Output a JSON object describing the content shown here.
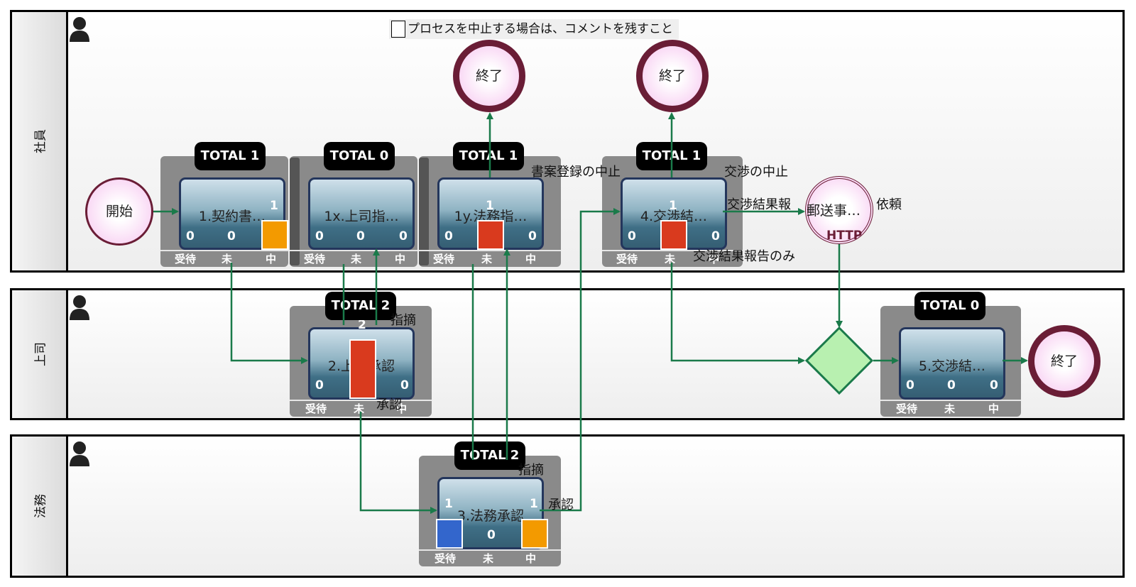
{
  "lanes": [
    {
      "name": "社員"
    },
    {
      "name": "上司"
    },
    {
      "name": "法務"
    }
  ],
  "note": "プロセスを中止する場合は、コメントを残すこと",
  "start_label": "開始",
  "end_label": "終了",
  "status_labels": {
    "waiting": "受待",
    "unstarted": "未",
    "inprogress": "中"
  },
  "tasks": {
    "t1": {
      "name": "1.契約書…",
      "total": "TOTAL 1",
      "c_wait": "0",
      "c_un": "0",
      "c_in": "1"
    },
    "t1x": {
      "name": "1x.上司指…",
      "total": "TOTAL 0",
      "c_wait": "0",
      "c_un": "0",
      "c_in": "0"
    },
    "t1y": {
      "name": "1y.法務指…",
      "total": "TOTAL 1",
      "c_wait": "0",
      "c_un": "1",
      "c_in": "0"
    },
    "t4": {
      "name": "4.交渉結…",
      "total": "TOTAL 1",
      "c_wait": "0",
      "c_un": "1",
      "c_in": "0"
    },
    "t2": {
      "name": "2.上司承認",
      "total": "TOTAL 2",
      "c_wait": "0",
      "c_un": "2",
      "c_in": "0"
    },
    "t3": {
      "name": "3.法務承認",
      "total": "TOTAL 2",
      "c_wait": "1",
      "c_un": "0",
      "c_in": "1"
    },
    "t5": {
      "name": "5.交渉結…",
      "total": "TOTAL 0",
      "c_wait": "0",
      "c_un": "0",
      "c_in": "0"
    }
  },
  "mail_task": {
    "name": "郵送事…",
    "sub": "HTTP"
  },
  "flow_labels": {
    "cancel_register": "書案登録の中止",
    "cancel_negotiation": "交渉の中止",
    "report_result": "交渉結果報",
    "request": "依頼",
    "report_only": "交渉結果報告のみ",
    "point_out_1": "指摘",
    "approve_1": "承認",
    "point_out_2": "指摘",
    "approve_2": "承認"
  },
  "colors": {
    "flow": "#1a7a4a",
    "bar_orange": "#f39a00",
    "bar_red": "#d93a1e",
    "bar_blue": "#3366cc",
    "gateway": "#b8f0b0"
  }
}
